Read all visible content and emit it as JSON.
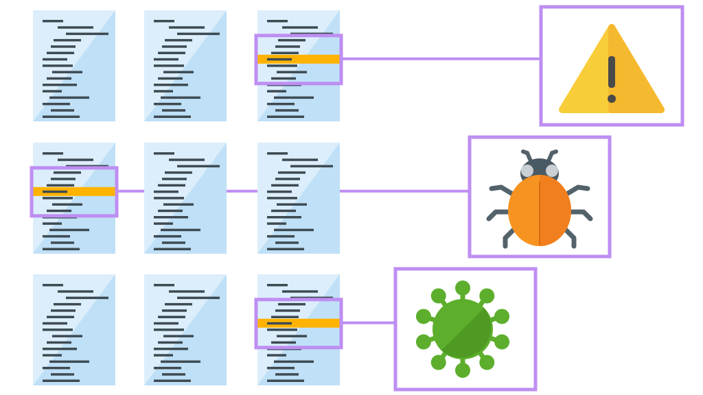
{
  "diagram": {
    "document_grid": {
      "rows": 3,
      "cols": 3
    },
    "highlights": [
      {
        "row": 0,
        "col": 2,
        "target": "warning",
        "highlight_color": "#FFB300"
      },
      {
        "row": 1,
        "col": 0,
        "target": "bug",
        "highlight_color": "#FFB300"
      },
      {
        "row": 2,
        "col": 2,
        "target": "virus",
        "highlight_color": "#FFB300"
      }
    ],
    "targets": [
      {
        "id": "warning",
        "icon": "warning-triangle-icon"
      },
      {
        "id": "bug",
        "icon": "bug-icon"
      },
      {
        "id": "virus",
        "icon": "virus-icon"
      }
    ],
    "colors": {
      "doc_light": "#DCEEFB",
      "doc_dark": "#BFE0F7",
      "code_line": "#3E4A52",
      "frame": "#BE8EF2",
      "warning_fill": "#F8CD3A",
      "bug_body": "#F79321",
      "bug_head": "#4A5A64",
      "virus_green": "#5DAE2C"
    }
  }
}
